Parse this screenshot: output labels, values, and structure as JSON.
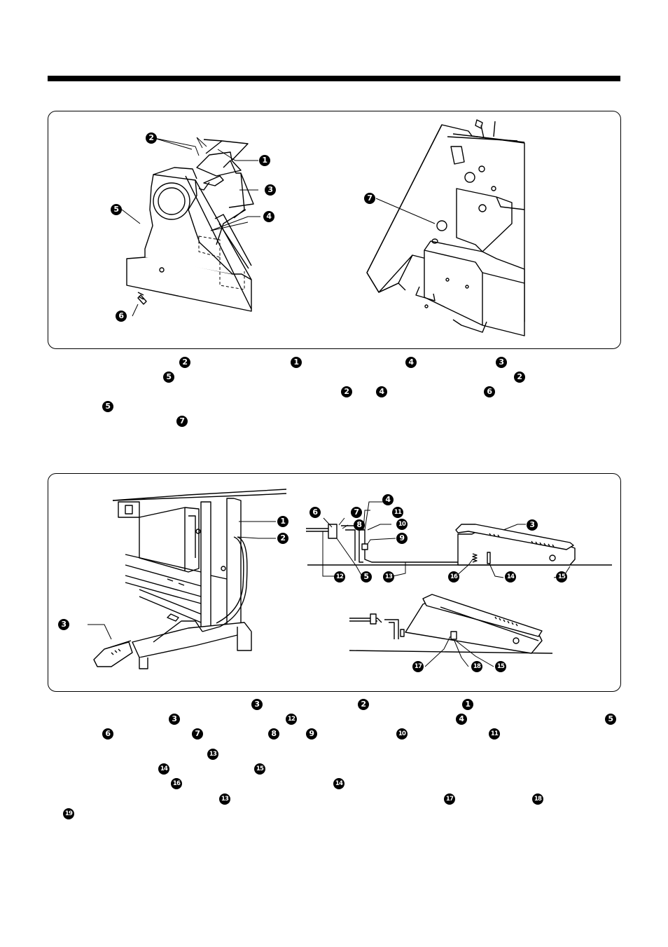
{
  "markers": {
    "n1": "❶",
    "n2": "❷",
    "n3": "❸",
    "n4": "❹",
    "n5": "❺",
    "n6": "❻",
    "n7": "❼",
    "n8": "❽",
    "n9": "❾",
    "n10": "❿",
    "n11": "⓫",
    "n12": "⓬",
    "n13": "⓭",
    "n14": "⓮",
    "n15": "⓯",
    "n16": "⓰",
    "n17": "⓱",
    "n18": "⓲",
    "n19": "⓳"
  },
  "numbers": {
    "n1": "1",
    "n2": "2",
    "n3": "3",
    "n4": "4",
    "n5": "5",
    "n6": "6",
    "n7": "7",
    "n8": "8",
    "n9": "9",
    "n10": "10",
    "n11": "11",
    "n12": "12",
    "n13": "13",
    "n14": "14",
    "n15": "15",
    "n16": "16",
    "n17": "17",
    "n18": "18",
    "n19": "19"
  }
}
